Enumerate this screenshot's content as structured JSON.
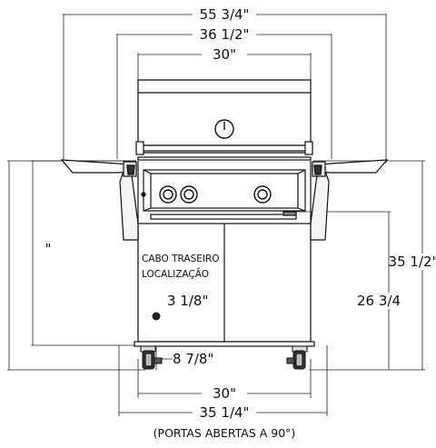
{
  "dimensions": {
    "overall_width": "55 3/4\"",
    "side_shelf_span": "36 1/2\"",
    "grill_width_top": "30\"",
    "left_height": "\"",
    "overall_height": "35 1/2\"",
    "counter_height": "26 3/4",
    "cabinet_width_bottom": "30\"",
    "cabinet_width_overall": "35 1/4\"",
    "gas_line_height": "3 1/8\"",
    "gas_line_offset": "8 7/8\""
  },
  "labels": {
    "rear_cable_line1": "CABO TRASEIRO",
    "rear_cable_line2": "LOCALIZAÇÃO",
    "caption": "(PORTAS ABERTAS A 90°)"
  }
}
